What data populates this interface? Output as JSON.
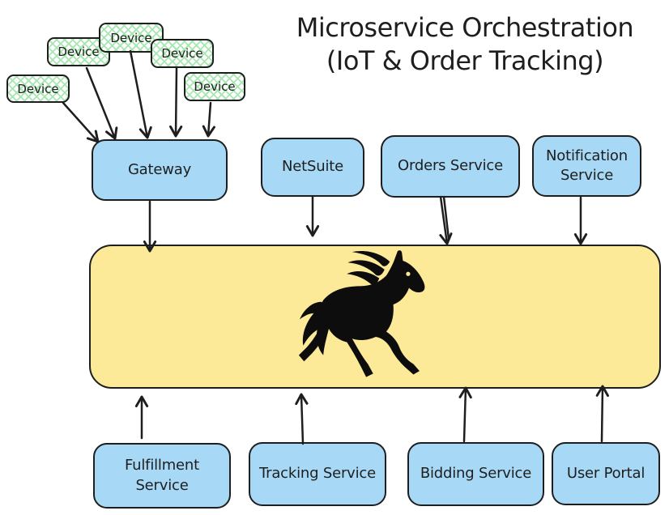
{
  "title": {
    "line1": "Microservice Orchestration",
    "line2": "(IoT & Order Tracking)"
  },
  "devices": {
    "label": "Device",
    "count": 5
  },
  "nodes": {
    "gateway": "Gateway",
    "netsuite": "NetSuite",
    "orders": "Orders Service",
    "notification": "Notification Service",
    "fulfillment": "Fulfillment Service",
    "tracking": "Tracking Service",
    "bidding": "Bidding Service",
    "user_portal": "User Portal"
  },
  "bus": {
    "icon": "horse-icon",
    "label": ""
  },
  "edges": [
    {
      "from": "device-1",
      "to": "gateway"
    },
    {
      "from": "device-2",
      "to": "gateway"
    },
    {
      "from": "device-3",
      "to": "gateway"
    },
    {
      "from": "device-4",
      "to": "gateway"
    },
    {
      "from": "device-5",
      "to": "gateway"
    },
    {
      "from": "gateway",
      "to": "bus"
    },
    {
      "from": "netsuite",
      "to": "bus"
    },
    {
      "from": "orders",
      "to": "bus"
    },
    {
      "from": "notification",
      "to": "bus"
    },
    {
      "from": "fulfillment",
      "to": "bus"
    },
    {
      "from": "tracking",
      "to": "bus"
    },
    {
      "from": "bidding",
      "to": "bus"
    },
    {
      "from": "user_portal",
      "to": "bus"
    }
  ],
  "colors": {
    "service_fill": "#a7d9f7",
    "bus_fill": "#fcea98",
    "device_hatch": "#a8e6b2",
    "stroke": "#1e1e1e",
    "background": "#ffffff"
  }
}
